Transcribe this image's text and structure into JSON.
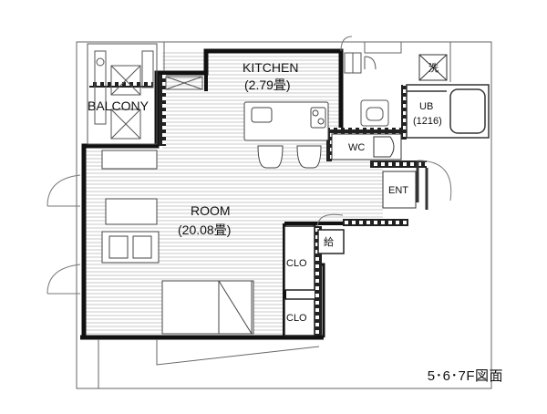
{
  "rooms": {
    "kitchen": {
      "name": "KITCHEN",
      "size": "(2.79畳)"
    },
    "balcony": {
      "name": "BALCONY"
    },
    "room": {
      "name": "ROOM",
      "size": "(20.08畳)"
    },
    "ub": {
      "name": "UB",
      "size": "(1216)"
    },
    "wc": {
      "name": "WC"
    },
    "ent": {
      "name": "ENT"
    },
    "clo_upper": {
      "name": "CLO"
    },
    "clo_lower": {
      "name": "CLO"
    },
    "kyu": {
      "name": "給"
    },
    "sen": {
      "name": "洗"
    }
  },
  "floors_caption": "5･6･7F図面"
}
